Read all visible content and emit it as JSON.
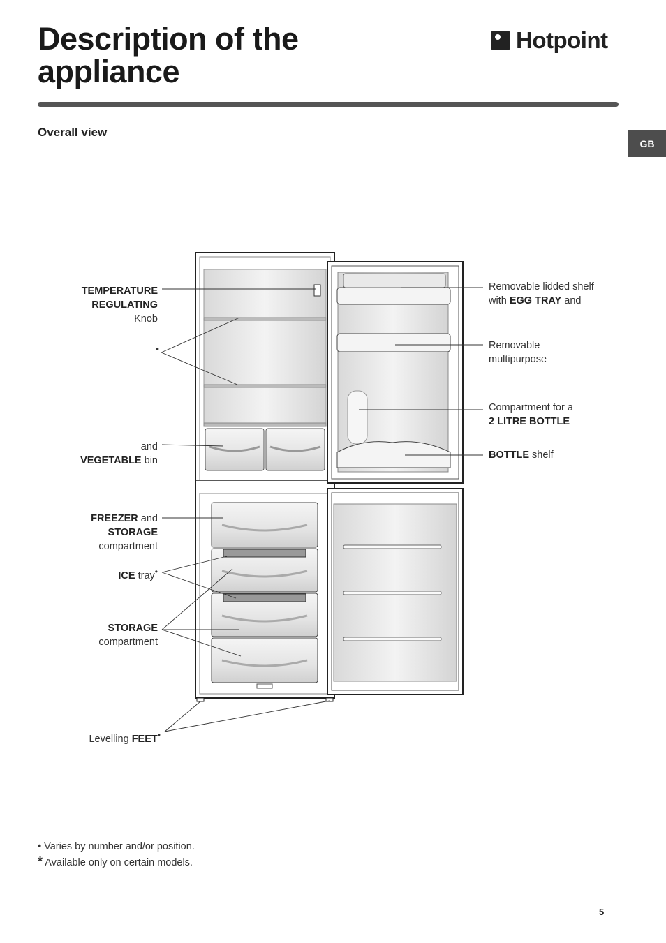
{
  "header": {
    "title_line1": "Description of the",
    "title_line2": "appliance",
    "brand": "Hotpoint",
    "brand_icon": "hotpoint-logo-icon",
    "lang_tab": "GB"
  },
  "section_title": "Overall view",
  "labels": {
    "temp_bold1": "TEMPERATURE",
    "temp_bold2": "REGULATING",
    "temp_rest": "Knob",
    "shelves_bullet": "•",
    "veg_and": "and",
    "veg_bold": "VEGETABLE",
    "veg_rest": " bin",
    "freezer_bold": "FREEZER",
    "freezer_and": " and",
    "storage_bold": "STORAGE",
    "compartment": "compartment",
    "ice_bold": "ICE",
    "ice_rest": " tray",
    "storage2_bold": "STORAGE",
    "compartment2": "compartment",
    "feet_pre": "Levelling ",
    "feet_bold": "FEET",
    "egg_line1": "Removable lidded shelf",
    "egg_pre": "with ",
    "egg_bold": "EGG TRAY",
    "egg_post": " and",
    "multi_line1": "Removable",
    "multi_line2": "multipurpose",
    "bottlec_line1": "Compartment for a",
    "bottlec_bold": "2 LITRE BOTTLE",
    "bottle_bold": "BOTTLE",
    "bottle_rest": " shelf"
  },
  "footnotes": {
    "bullet_mark": "•",
    "bullet_text": " Varies by number and/or position.",
    "star_mark": "*",
    "star_text": " Available only on certain models."
  },
  "page_number": "5"
}
